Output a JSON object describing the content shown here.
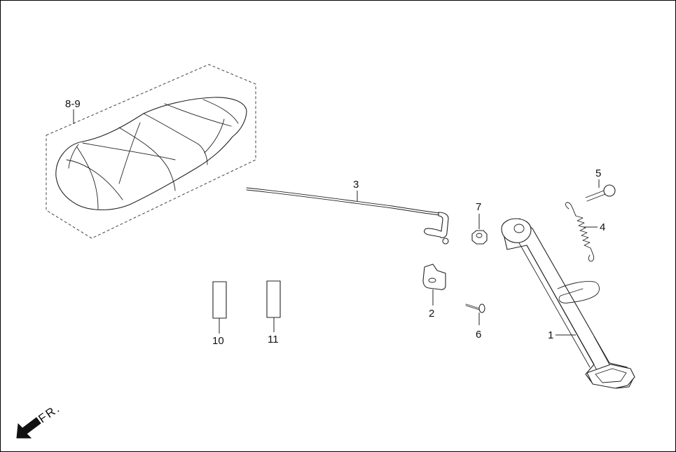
{
  "diagram": {
    "callouts": {
      "seat": "8-9",
      "stand": "1",
      "bracket": "2",
      "cable": "3",
      "spring": "4",
      "bolt": "5",
      "screw": "6",
      "nut": "7",
      "part10": "10",
      "part11": "11"
    },
    "direction_label": "FR."
  }
}
